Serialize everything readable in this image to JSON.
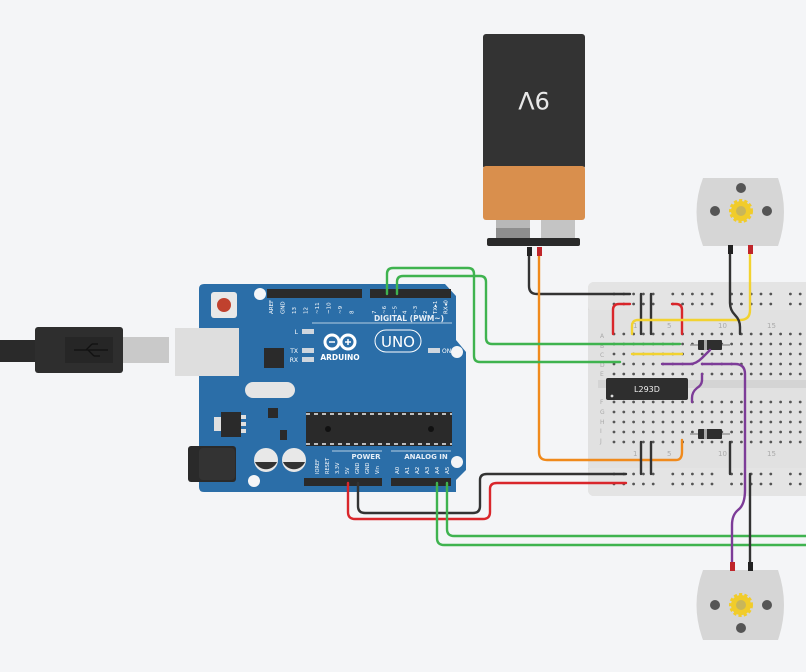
{
  "battery": {
    "label": "9V",
    "colors": {
      "body": "#333333",
      "band": "#d98f4d"
    }
  },
  "arduino": {
    "brand": "ARDUINO",
    "model": "UNO",
    "on_label": "ON",
    "digital_header": "DIGITAL (PWM~)",
    "power_header": "POWER",
    "analog_header": "ANALOG IN",
    "led_labels": [
      "L",
      "TX",
      "RX"
    ],
    "digital_pins": [
      "AREF",
      "GND",
      "13",
      "12",
      "~11",
      "~10",
      "~9",
      "8",
      "7",
      "~6",
      "~5",
      "4",
      "~3",
      "2",
      "TX▸1",
      "RX◂0"
    ],
    "power_pins": [
      "IOREF",
      "RESET",
      "3.3V",
      "5V",
      "GND",
      "GND",
      "Vin"
    ],
    "analog_pins": [
      "A0",
      "A1",
      "A2",
      "A3",
      "A4",
      "A5"
    ],
    "colors": {
      "board": "#2b6ea8"
    }
  },
  "breadboard": {
    "rows_top": [
      "A",
      "B",
      "C",
      "D",
      "E"
    ],
    "rows_bottom": [
      "F",
      "G",
      "H",
      "I",
      "J"
    ],
    "column_numbers": [
      "1",
      "5",
      "10",
      "15"
    ],
    "chip_label": "L293D"
  },
  "motors": [
    {
      "name": "motor-top"
    },
    {
      "name": "motor-bottom"
    }
  ],
  "wire_colors": {
    "red": "#d9262b",
    "black": "#333333",
    "green": "#3fb34f",
    "yellow": "#f2d230",
    "orange": "#f08a1c",
    "purple": "#7d3c98"
  }
}
